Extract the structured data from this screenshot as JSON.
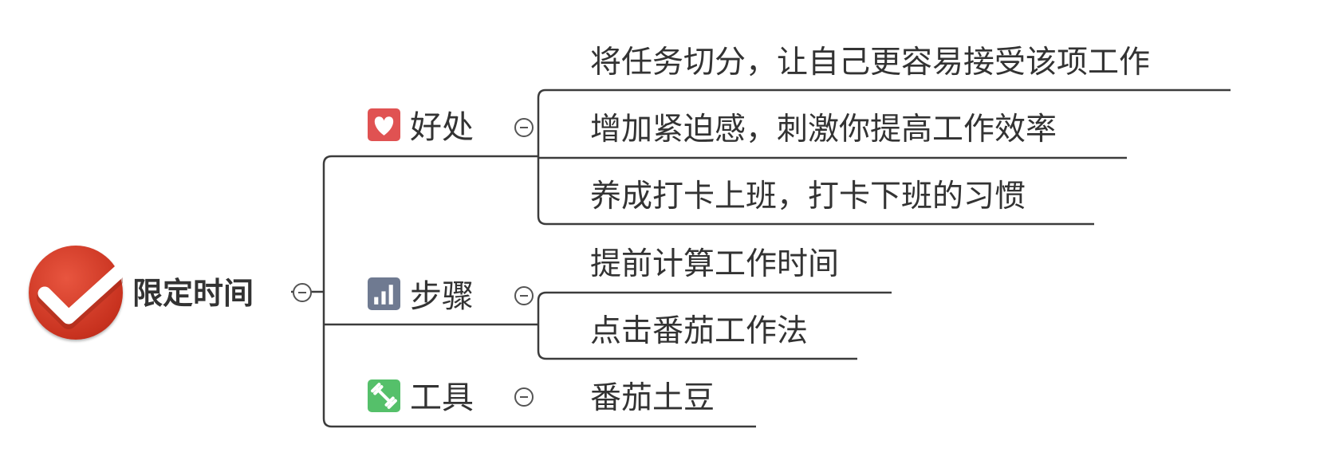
{
  "root": {
    "label": "限定时间",
    "icon": "check-badge-icon"
  },
  "branches": [
    {
      "label": "好处",
      "icon": "heart-icon",
      "icon_color": "#e05252",
      "children": [
        "将任务切分，让自己更容易接受该项工作",
        "增加紧迫感，刺激你提高工作效率",
        "养成打卡上班，打卡下班的习惯"
      ]
    },
    {
      "label": "步骤",
      "icon": "bar-chart-icon",
      "icon_color": "#6f7a91",
      "children": [
        "提前计算工作时间",
        "点击番茄工作法"
      ]
    },
    {
      "label": "工具",
      "icon": "dumbbell-icon",
      "icon_color": "#55c06a",
      "children": [
        "番茄土豆"
      ]
    }
  ],
  "colors": {
    "line": "#3c3c3c",
    "text": "#333333",
    "root_badge": "#d63a26"
  }
}
